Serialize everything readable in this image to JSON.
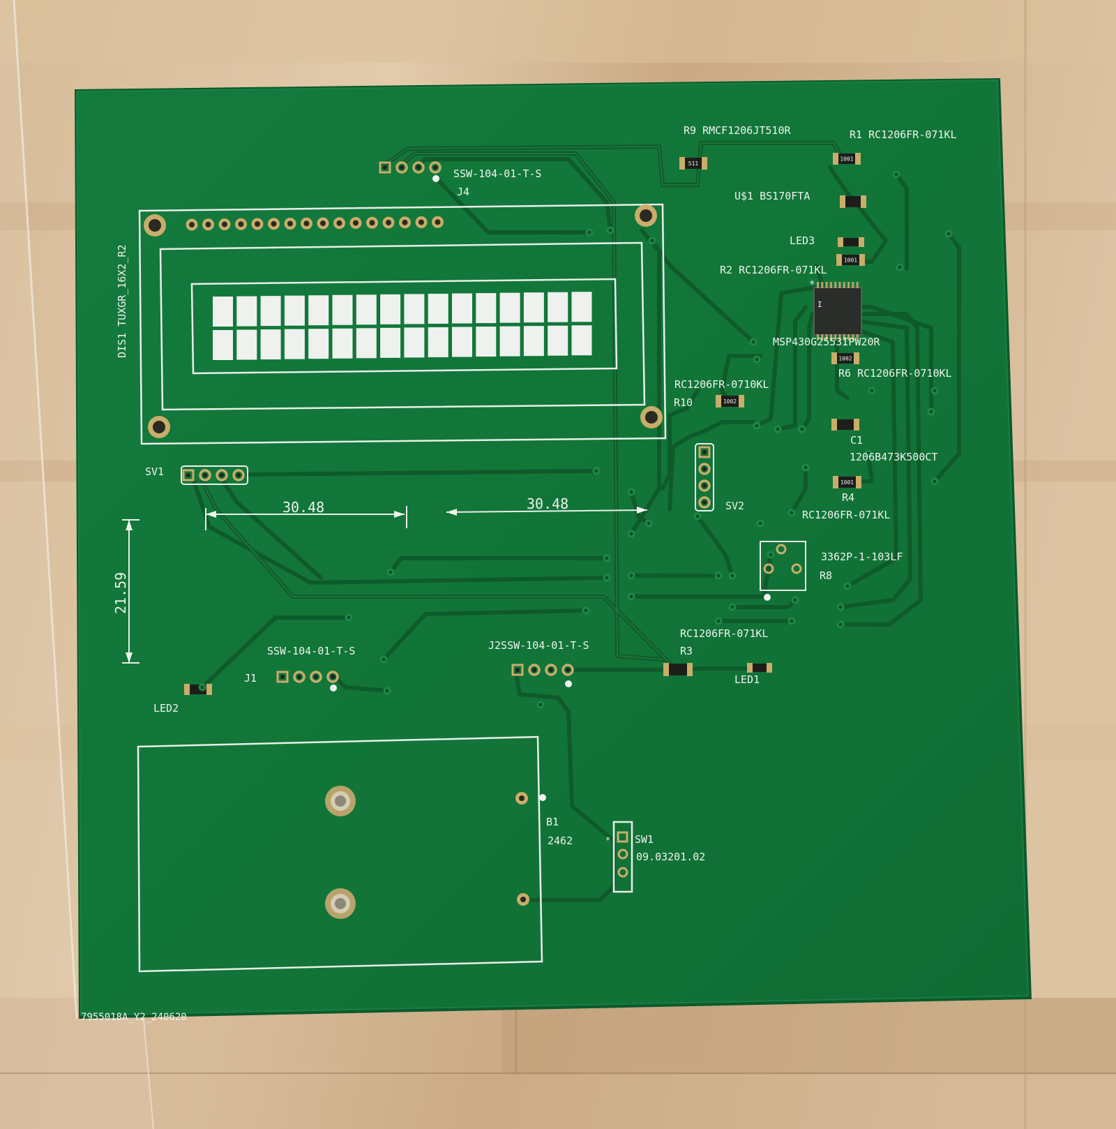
{
  "colors": {
    "wood_light": "#d9c09e",
    "wood_dark": "#b89572",
    "board": "#137a3d",
    "board_edge": "#0b5a2c",
    "trace": "#0f5a2b",
    "silkscreen": "#eef3ee",
    "pad": "#c9ad6a",
    "lcd_segment": "#eef1ee"
  },
  "icons": {
    "mounting_hole": "mounting-hole-icon",
    "pin_pad": "pin-pad-icon",
    "smd_part": "smd-component-icon",
    "ic": "ic-chip-icon"
  },
  "labels": {
    "r9": "R9 RMCF1206JT510R",
    "r1": "R1 RC1206FR-071KL",
    "j4_part": "SSW-104-01-T-S",
    "j4": "J4",
    "u1": "U$1 BS170FTA",
    "led3": "LED3",
    "r2": "R2 RC1206FR-071KL",
    "mcu": "MSP430G2553IPW20R",
    "r6": "R6 RC1206FR-0710KL",
    "r10_part": "RC1206FR-0710KL",
    "r10": "R10",
    "c1": "C1",
    "c1_part": "1206B473K500CT",
    "r4": "R4",
    "r4_part": "RC1206FR-071KL",
    "r8_part": "3362P-1-103LF",
    "r8": "R8",
    "dis1": "DIS1 TUXGR_16X2_R2",
    "sv1": "SV1",
    "sv2": "SV2",
    "j1_part": "SSW-104-01-T-S",
    "j1": "J1",
    "j2": "J2SSW-104-01-T-S",
    "r3_part": "RC1206FR-071KL",
    "r3": "R3",
    "led1": "LED1",
    "led2": "LED2",
    "b1": "B1",
    "b1_part": "2462",
    "sw1": "SW1",
    "sw1_part": "09.03201.02",
    "board_id": "7955018A_Y2_240620",
    "chip_marking": "I"
  },
  "smd_markings": {
    "r9": "511",
    "r1": "1001",
    "r2": "1001",
    "r10": "1002",
    "r6": "1002",
    "r4": "1001"
  },
  "dimensions": {
    "horizontal_left": "30.48",
    "horizontal_right": "30.48",
    "vertical": "21.59"
  },
  "lcd": {
    "rows": 2,
    "columns": 16,
    "header_pins": 16
  }
}
